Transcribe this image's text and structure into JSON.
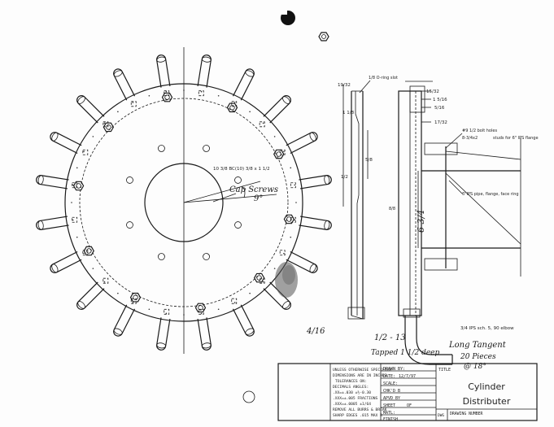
{
  "radial": {
    "bolt_note": "10 3/8 BC(10) 3/8 x 1 1/2",
    "cap_screws": "Cap Screws",
    "angle": "9°"
  },
  "side_left": {
    "d_top": "19/32",
    "o_ring": "1/8 O-ring slot",
    "d_118": "1 1/8",
    "d_58": "5/8",
    "d_12": "1/2",
    "bottom_frac": "4/16"
  },
  "side_right": {
    "d_1532": "15/32",
    "d_1516": "1 5/16",
    "d_516": "5/16",
    "d_1732": "17/32",
    "bolt_holes": "#9 1/2 bolt holes",
    "bolt_ref": "8-3/4x2",
    "studs": "studs for 6\" IPS flange",
    "pipe": "6\"IPS pipe, flange, face ring",
    "dim_center": "8/8",
    "height_hand": "6 3/4",
    "tap_frac": "1/2 - 13",
    "tapped": "Tapped 1 1/2 deep",
    "elbow": "3/4 IPS sch. 5, 90 elbow",
    "long_tangent": "Long Tangent",
    "pieces": "20 Pieces",
    "at": "@ 18°"
  },
  "title_block": {
    "tolerance_lines": [
      "UNLESS OTHERWISE SPECIFIED",
      "DIMENSIONS ARE IN INCHES",
      "TOLERANCES ON:",
      "DECIMALS   ANGLES:",
      ".XX=±.030  ±½-0.30",
      ".XXX=±.005  FRACTIONS",
      ".XXX=±.0005  ±1/64",
      "REMOVE ALL BURRS & BREAK",
      "SHARP EDGES .015 MAX R"
    ],
    "drawn_by": "DRAWN BY:",
    "date_label": "DATE:",
    "date_value": "12/7/97",
    "scale_label": "SCALE:",
    "chkd_label": "CHK'D B",
    "apvd_label": "APVD BY",
    "sheet_label": "SHEET",
    "sheet_of": "OF",
    "matl_label": "MATL:",
    "finish_label": "FINISH",
    "title_label": "TITLE",
    "title_line1": "Cylinder",
    "title_line2": "Distributer",
    "dwg_label": "DWG",
    "dwg_no_label": "DRAWING NUMBER"
  }
}
